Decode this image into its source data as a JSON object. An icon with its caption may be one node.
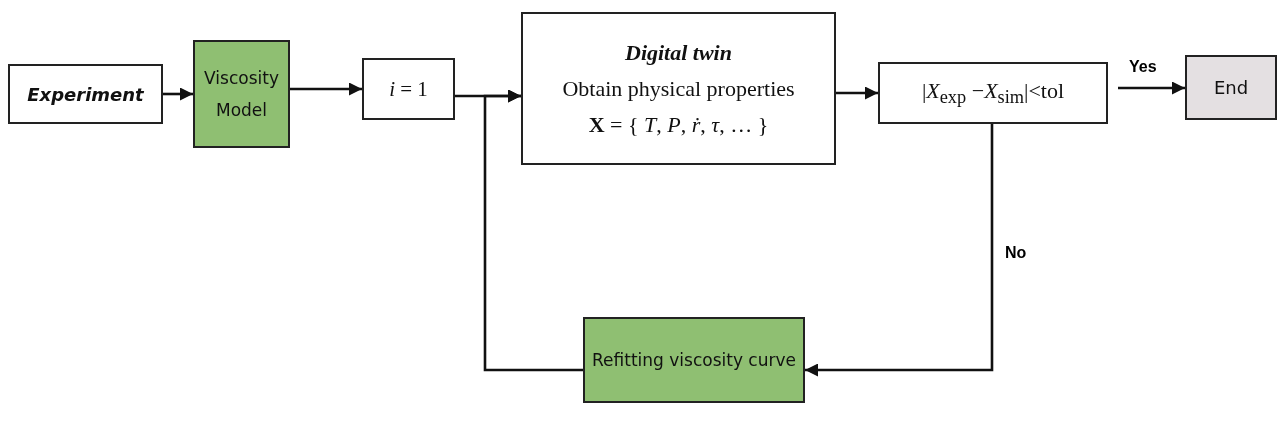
{
  "diagram": {
    "nodes": [
      {
        "text": [
          "Experiment"
        ]
      },
      {
        "text": [
          "Viscosity Model"
        ]
      },
      {
        "text": [
          "*i* = 1"
        ]
      },
      {
        "text": [
          "Digital twin",
          "Obtain physical properties",
          "**X** =  { *T*, *P*, *ṙ*, *τ*, … }"
        ]
      },
      {
        "text": [
          "|*X*$_{exp}$ −*X*$_{sim}$|<tol"
        ]
      },
      {
        "text": [
          "End"
        ]
      },
      {
        "text": [
          "Refitting viscosity curve"
        ]
      }
    ],
    "edges": [
      {
        "from": 0,
        "to": 1,
        "arrow": "to"
      },
      {
        "from": 1,
        "to": 2,
        "arrow": "to"
      },
      {
        "from": 2,
        "to": 3,
        "arrow": "to"
      },
      {
        "from": 3,
        "to": 4,
        "arrow": "to"
      },
      {
        "from": 4,
        "to": 5,
        "arrow": "to",
        "label": "Yes"
      },
      {
        "from": 4,
        "to": 6,
        "arrow": "to",
        "label": "No"
      },
      {
        "from": 6,
        "to": 3,
        "arrow": "to"
      }
    ]
  }
}
